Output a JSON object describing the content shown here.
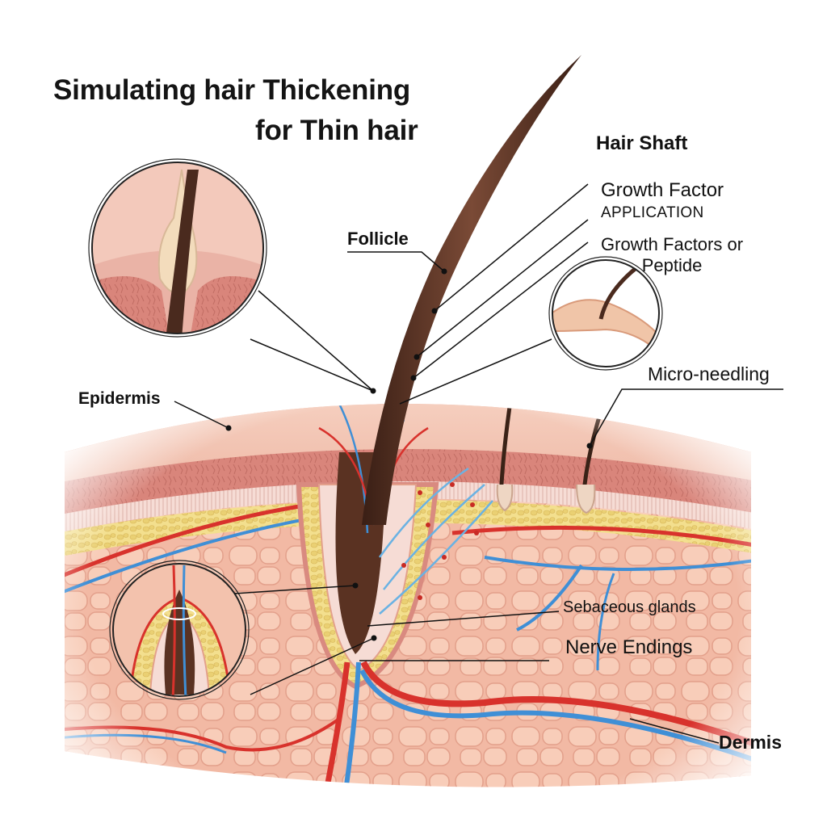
{
  "title": {
    "line1": "Simulating hair Thickening",
    "line2": "for Thin hair"
  },
  "labels": {
    "hair_shaft": "Hair Shaft",
    "growth_factor_application": {
      "line1": "Growth Factor",
      "line2": "APPLICATION"
    },
    "growth_factors_or_peptide": {
      "line1": "Growth Factors or",
      "line2": "Peptide"
    },
    "follicle": "Follicle",
    "micro_needling": "Micro-needling",
    "epidermis": "Epidermis",
    "sebaceous_glands": "Sebaceous glands",
    "nerve_endings": "Nerve Endings",
    "dermis": "Dermis"
  },
  "insets": [
    {
      "name": "follicle-closeup",
      "description": "Hair emerging from follicle through epidermis"
    },
    {
      "name": "micro-needling-closeup",
      "description": "Hair emerging through wavy skin fold"
    },
    {
      "name": "follicle-bulb-closeup",
      "description": "Follicle bulb with blood vessels and gland layers"
    }
  ],
  "colors": {
    "skin_surface": "#f3c2b0",
    "epidermis_band": "#d98a80",
    "fat_layer": "#efd77a",
    "dermis_cells": "#f7c7b2",
    "hair": "#4a2a1e",
    "artery": "#d8322c",
    "vein": "#3f8fd6",
    "text": "#111111"
  }
}
